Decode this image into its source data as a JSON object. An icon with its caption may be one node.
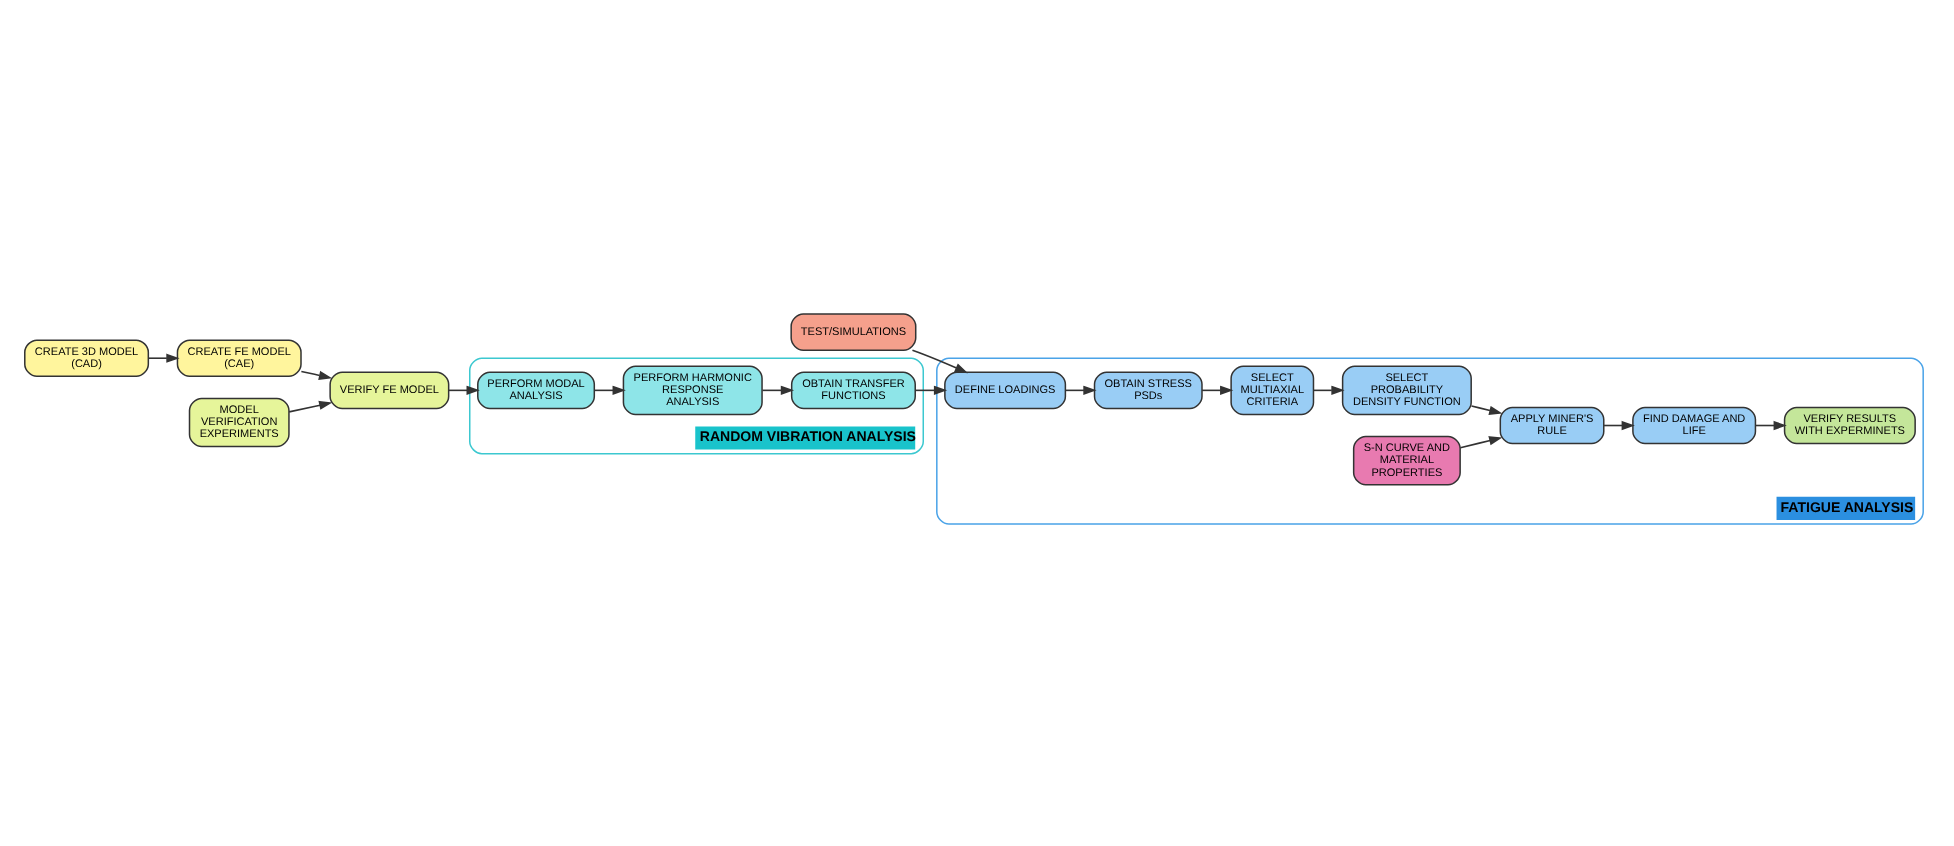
{
  "diagram": {
    "nodes": [
      {
        "text": [
          "CREATE 3D MODEL (CAD)"
        ]
      },
      {
        "text": [
          "CREATE FE MODEL (CAE)"
        ]
      },
      {
        "text": [
          "MODEL VERIFICATION EXPERIMENTS"
        ]
      },
      {
        "text": [
          "VERIFY FE MODEL"
        ]
      },
      {
        "text": [
          "RANDOM VIBRATION ANALYSIS"
        ]
      },
      {
        "text": [
          "PERFORM MODAL ANALYSIS"
        ],
        "in": 4
      },
      {
        "text": [
          "PERFORM HARMONIC RESPONSE ANALYSIS"
        ],
        "in": 4
      },
      {
        "text": [
          "OBTAIN TRANSFER FUNCTIONS"
        ],
        "in": 4
      },
      {
        "text": [
          "FATIGUE ANALYSIS"
        ]
      },
      {
        "text": [
          "DEFINE LOADINGS"
        ],
        "in": 8
      },
      {
        "text": [
          "TEST/SIMULATIONS"
        ]
      },
      {
        "text": [
          "OBTAIN STRESS PSDs"
        ],
        "in": 8
      },
      {
        "text": [
          "SELECT MULTIAXIAL CRITERIA"
        ],
        "in": 8
      },
      {
        "text": [
          "SELECT PROBABILITY DENSITY FUNCTION"
        ],
        "in": 8
      },
      {
        "text": [
          "S-N CURVE AND MATERIAL PROPERTIES"
        ],
        "in": 8
      },
      {
        "text": [
          "APPLY MINER'S RULE"
        ],
        "in": 8
      },
      {
        "text": [
          "FIND DAMAGE AND LIFE"
        ],
        "in": 8
      },
      {
        "text": [
          "VERIFY RESULTS WITH EXPERMINETS"
        ],
        "in": 8
      }
    ],
    "edges": [
      {
        "from": 0,
        "to": 1,
        "arrow": "to"
      },
      {
        "from": 1,
        "to": 3,
        "arrow": "to"
      },
      {
        "from": 2,
        "to": 3,
        "arrow": "to"
      },
      {
        "from": 3,
        "to": 5,
        "arrow": "to"
      },
      {
        "from": 5,
        "to": 6,
        "arrow": "to"
      },
      {
        "from": 6,
        "to": 7,
        "arrow": "to"
      },
      {
        "from": 7,
        "to": 9,
        "arrow": "to"
      },
      {
        "from": 10,
        "to": 9,
        "arrow": "to"
      },
      {
        "from": 9,
        "to": 11,
        "arrow": "to"
      },
      {
        "from": 11,
        "to": 12,
        "arrow": "to"
      },
      {
        "from": 12,
        "to": 13,
        "arrow": "to"
      },
      {
        "from": 14,
        "to": 15,
        "arrow": "to"
      },
      {
        "from": 13,
        "to": 15,
        "arrow": "to"
      },
      {
        "from": 15,
        "to": 16,
        "arrow": "to"
      },
      {
        "from": 16,
        "to": 17,
        "arrow": "to"
      }
    ]
  }
}
